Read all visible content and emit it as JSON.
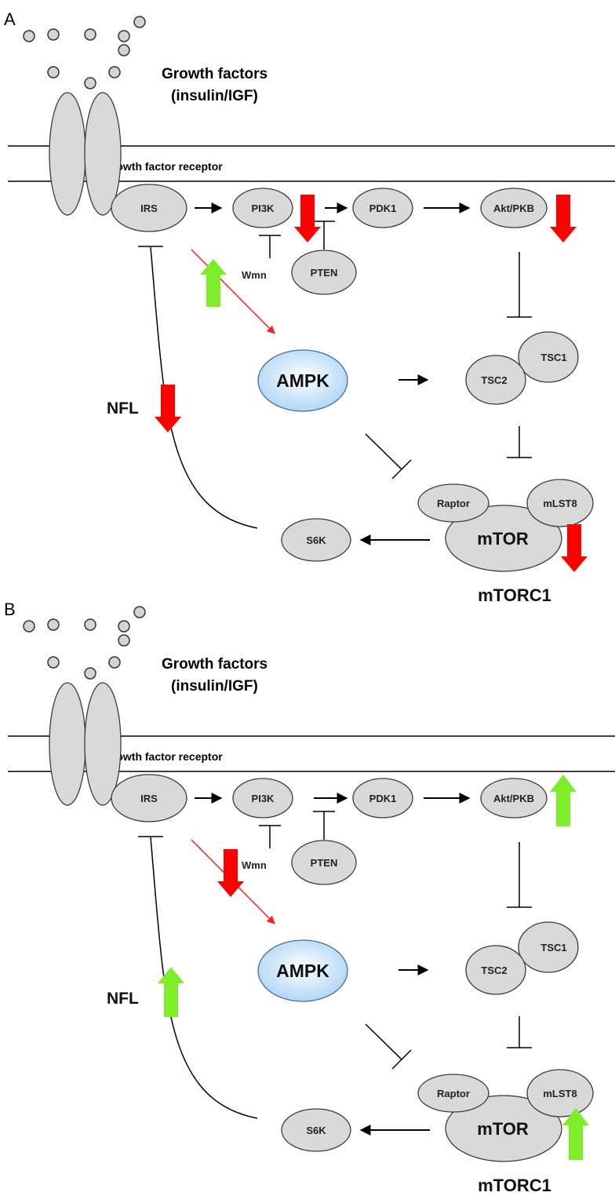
{
  "colors": {
    "node_fill": "#d9d9d9",
    "node_stroke": "#3a3a3a",
    "ampk_fill_center": "#ffffff",
    "ampk_fill_edge": "#a9d3f5",
    "ampk_stroke": "#4a6f96",
    "down_arrow": "#ff0000",
    "up_arrow": "#7fee2a",
    "activation_line": "#000000",
    "ampk_activation_line": "#ff2020"
  },
  "panels": [
    {
      "letter": "A",
      "growth_factors_line1": "Growth factors",
      "growth_factors_line2": "(insulin/IGF)",
      "receptor_label": "Growth factor receptor",
      "nodes": {
        "irs": "IRS",
        "pi3k": "PI3K",
        "pdk1": "PDK1",
        "akt": "Akt/PKB",
        "pten": "PTEN",
        "wmn": "Wmn",
        "ampk": "AMPK",
        "tsc1": "TSC1",
        "tsc2": "TSC2",
        "raptor": "Raptor",
        "mlst8": "mLST8",
        "mtor": "mTOR",
        "s6k": "S6K",
        "complex": "mTORC1",
        "nfl": "NFL"
      },
      "regulation": {
        "pi3k": "down",
        "akt": "down",
        "irs_to_ampk": "up",
        "nfl": "down",
        "mtor": "down"
      }
    },
    {
      "letter": "B",
      "growth_factors_line1": "Growth factors",
      "growth_factors_line2": "(insulin/IGF)",
      "receptor_label": "Growth factor receptor",
      "nodes": {
        "irs": "IRS",
        "pi3k": "PI3K",
        "pdk1": "PDK1",
        "akt": "Akt/PKB",
        "pten": "PTEN",
        "wmn": "Wmn",
        "ampk": "AMPK",
        "tsc1": "TSC1",
        "tsc2": "TSC2",
        "raptor": "Raptor",
        "mlst8": "mLST8",
        "mtor": "mTOR",
        "s6k": "S6K",
        "complex": "mTORC1",
        "nfl": "NFL"
      },
      "regulation": {
        "akt": "up",
        "irs_to_ampk": "down",
        "nfl": "up",
        "mtor": "up"
      }
    }
  ]
}
